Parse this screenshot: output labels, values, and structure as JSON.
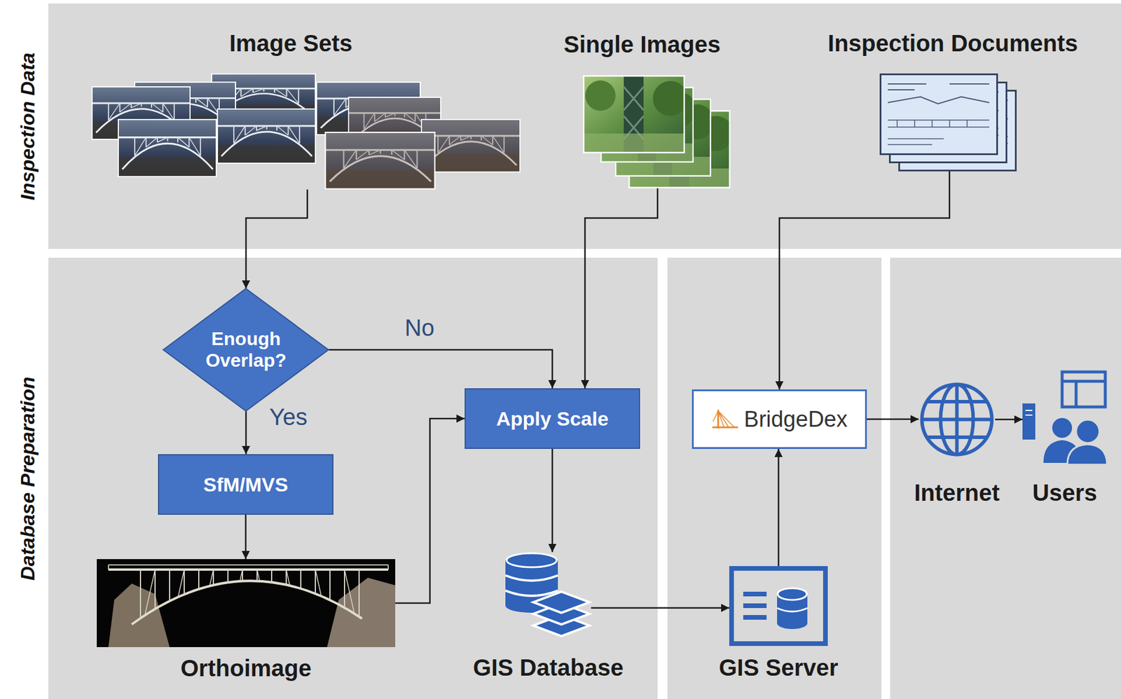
{
  "diagram": {
    "nodes": [
      {
        "text": [
          "Inspection Data"
        ]
      },
      {
        "text": [
          "Image Sets"
        ],
        "in": 0
      },
      {
        "text": [
          "Single Images"
        ],
        "in": 0
      },
      {
        "text": [
          "Inspection Documents"
        ],
        "in": 0
      },
      {
        "text": [
          "Database Preparation"
        ]
      },
      {
        "text": [
          "Enough Overlap?"
        ],
        "in": 4
      },
      {
        "text": [
          "Apply Scale"
        ],
        "in": 4
      },
      {
        "text": [
          "SfM/MVS"
        ],
        "in": 4
      },
      {
        "text": [
          "Orthoimage"
        ],
        "in": 4
      },
      {
        "text": [
          "GIS Database"
        ],
        "in": 4
      },
      {
        "text": [
          "BridgeDex"
        ]
      },
      {
        "text": [
          "GIS Server"
        ]
      },
      {
        "text": [
          "Internet"
        ]
      },
      {
        "text": [
          "Users"
        ]
      }
    ],
    "edges": [
      {
        "from": 1,
        "to": 5,
        "arrow": "to"
      },
      {
        "from": 5,
        "to": 6,
        "label": "No",
        "arrow": "to"
      },
      {
        "from": 5,
        "to": 7,
        "label": "Yes",
        "arrow": "to"
      },
      {
        "from": 2,
        "to": 6,
        "arrow": "to"
      },
      {
        "from": 7,
        "to": 8,
        "arrow": "to"
      },
      {
        "from": 8,
        "to": 6,
        "arrow": "to"
      },
      {
        "from": 6,
        "to": 9,
        "arrow": "to"
      },
      {
        "from": 9,
        "to": 11,
        "arrow": "to"
      },
      {
        "from": 11,
        "to": 10,
        "arrow": "to"
      },
      {
        "from": 3,
        "to": 10,
        "arrow": "to"
      },
      {
        "from": 10,
        "to": 12,
        "arrow": "to"
      },
      {
        "from": 12,
        "to": 13,
        "arrow": "to"
      }
    ]
  }
}
